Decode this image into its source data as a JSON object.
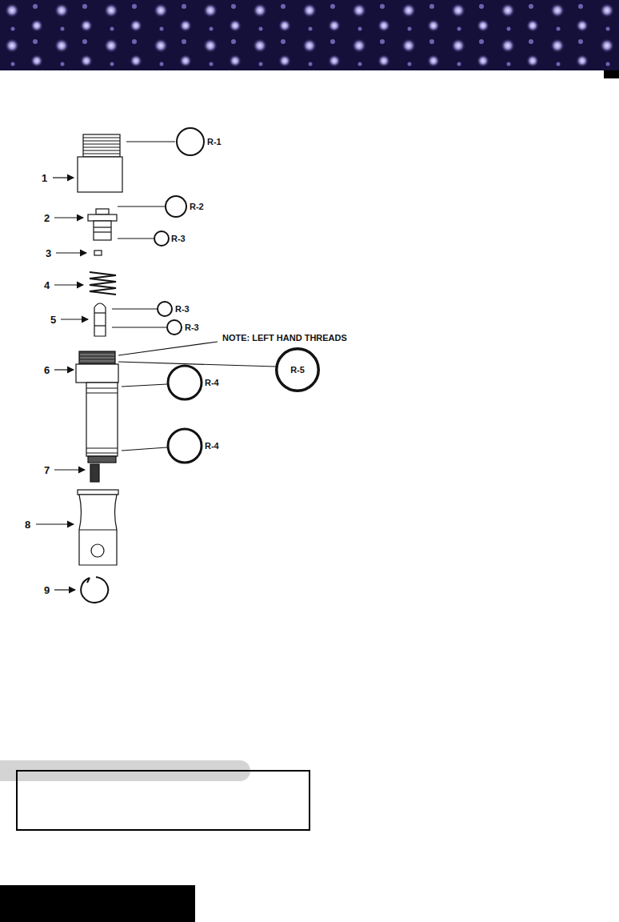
{
  "diagram": {
    "nodes": [
      {
        "text": [
          "R-5"
        ]
      }
    ],
    "labels": [
      "1",
      "R-1",
      "2",
      "R-2",
      "R-3",
      "3",
      "4",
      "5",
      "R-3",
      "R-3",
      "6",
      "NOTE: LEFT HAND THREADS",
      "R-4",
      "R-4",
      "7",
      "8",
      "9"
    ]
  }
}
